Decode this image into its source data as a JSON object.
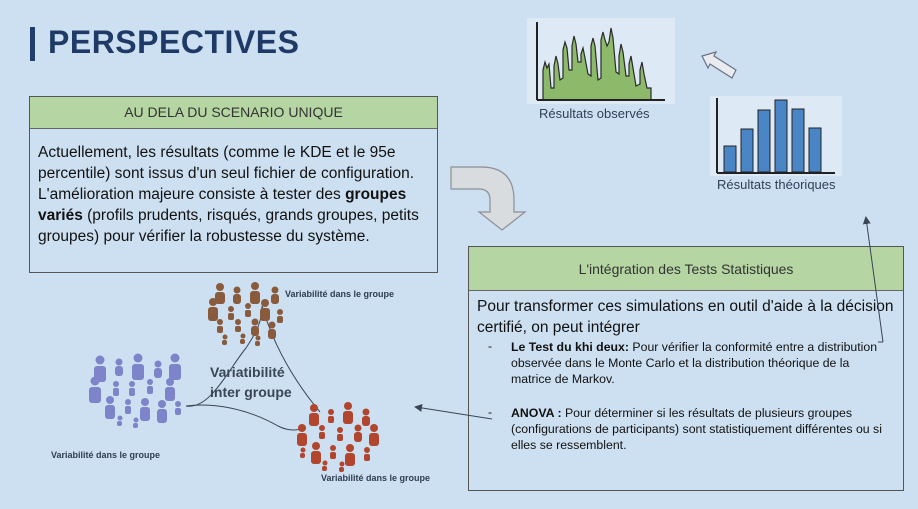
{
  "title": "PERSPECTIVES",
  "scenario_box": {
    "header": "AU DELA DU SCENARIO UNIQUE",
    "text_before": "Actuellement, les résultats (comme le KDE et le 95e percentile) sont issus d'un seul fichier de configuration. L'amélioration majeure consiste à tester des ",
    "text_bold": "groupes variés",
    "text_after": " (profils prudents, risqués, grands groupes, petits groupes) pour vérifier la robustesse du système."
  },
  "stats_box": {
    "header": "L'intégration des Tests Statistiques",
    "intro": "Pour transformer ces simulations en outil d'aide à la décision certifié, on peut intégrer",
    "items": [
      {
        "dash": "-",
        "bold": "Le Test du khi deux:",
        "text": " Pour vérifier la conformité entre a distribution observée dans le Monte Carlo et  la distribution théorique de la matrice de Markov."
      },
      {
        "dash": "-",
        "bold": "ANOVA :",
        "text": " Pour déterminer si les résultats de plusieurs groupes (configurations de participants)  sont statistiquement différentes ou si elles se ressemblent."
      }
    ]
  },
  "charts": {
    "observed_label": "Résultats observés",
    "theoretical_label": "Résultats théoriques",
    "observed_color": "#8dba6a",
    "theoretical_color": "#4a86c6"
  },
  "groups": {
    "top_label": "Variabilité dans le groupe",
    "left_label": "Variabilité dans le groupe",
    "bottom_label": "Variabilité dans le groupe",
    "inter_line1": "Variatibilité",
    "inter_line2": "inter groupe",
    "top_color": "#8a5a3c",
    "left_color": "#7d84c9",
    "bottom_color": "#b2452e"
  }
}
